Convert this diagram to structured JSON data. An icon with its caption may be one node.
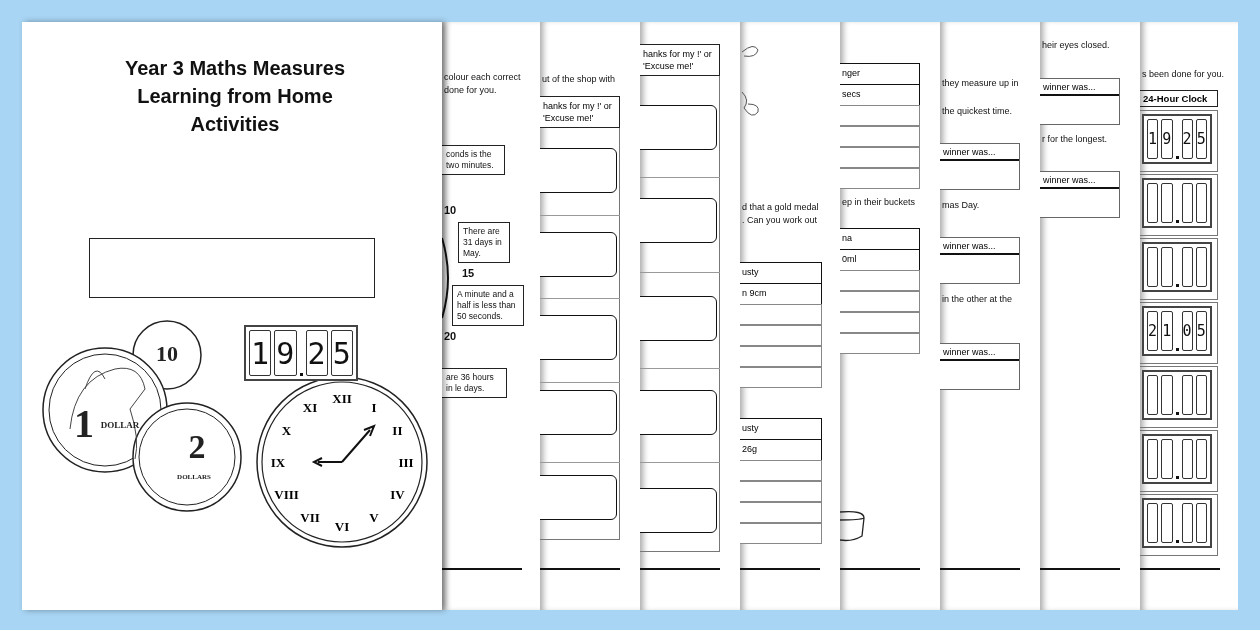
{
  "diagram": {
    "title": "Year 3 Maths Measures Learning from Home Activities",
    "nodes": [
      {
        "text": [
          "conds is the two minutes."
        ]
      },
      {
        "text": [
          "There are 31 days in May."
        ]
      },
      {
        "text": [
          "A minute and a half is less than 50 seconds."
        ]
      },
      {
        "text": [
          "are 36 hours in le days."
        ]
      },
      {
        "text": [
          "hanks for my !' or 'Excuse me!'"
        ]
      },
      {
        "text": [
          "hanks for my !' or 'Excuse me!'"
        ]
      },
      {
        "text": [
          "winner was..."
        ]
      },
      {
        "text": [
          "winner was..."
        ]
      },
      {
        "text": [
          "winner was..."
        ]
      },
      {
        "text": [
          "winner was..."
        ]
      },
      {
        "text": [
          "winner was..."
        ]
      },
      {
        "text": [
          "24-Hour Clock"
        ]
      },
      {
        "text": [],
        "shape": "box"
      }
    ],
    "labels": [
      "colour each correct",
      "done for you.",
      "10",
      "15",
      "20",
      "ut of the shop with",
      "d that a gold medal",
      ". Can you work out",
      "usty",
      "n 9cm",
      "usty",
      "26g",
      "nger",
      "secs",
      "ep in their buckets",
      "na",
      "0ml",
      "they measure up in",
      "the quickest time.",
      "mas Day.",
      "in the other at the",
      "heir eyes closed.",
      "r for the longest.",
      "s been done for you.",
      "1",
      "9",
      "2",
      "5",
      "10",
      "1",
      "DOLLAR",
      "2",
      "DOLLARS",
      "XII",
      "I",
      "II",
      "III",
      "IV",
      "V",
      "VI",
      "VII",
      "VIII",
      "IX",
      "X",
      "XI",
      "1",
      "9",
      "2",
      "5",
      "2",
      "1",
      "0",
      "5"
    ]
  }
}
